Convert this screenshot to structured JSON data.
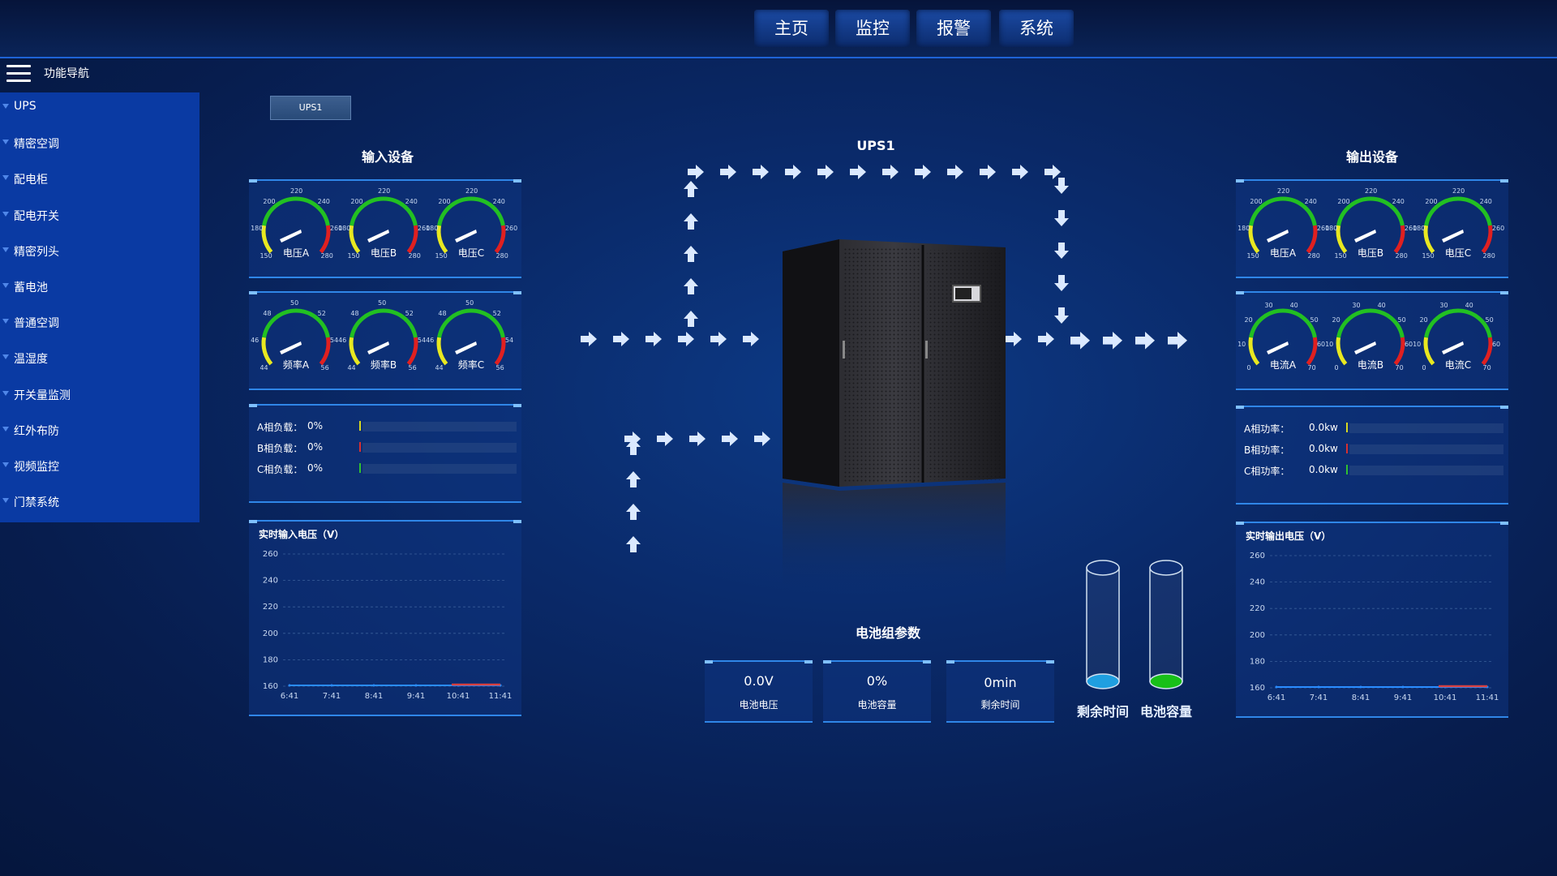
{
  "topnav": [
    "主页",
    "监控",
    "报警",
    "系统"
  ],
  "nav_title": "功能导航",
  "sidebar": [
    "UPS",
    "精密空调",
    "配电柜",
    "配电开关",
    "精密列头",
    "蓄电池",
    "普通空调",
    "温湿度",
    "开关量监测",
    "红外布防",
    "视频监控",
    "门禁系统"
  ],
  "device_button": "UPS1",
  "ups_title": "UPS1",
  "input_section": {
    "title": "输入设备",
    "voltage_gauges": [
      {
        "label": "电压A",
        "ticks": [
          "150",
          "180",
          "200",
          "220",
          "240",
          "260",
          "280"
        ]
      },
      {
        "label": "电压B",
        "ticks": [
          "150",
          "180",
          "200",
          "220",
          "240",
          "260",
          "280"
        ]
      },
      {
        "label": "电压C",
        "ticks": [
          "150",
          "180",
          "200",
          "220",
          "240",
          "260",
          "280"
        ]
      }
    ],
    "freq_gauges": [
      {
        "label": "频率A",
        "ticks": [
          "44",
          "46",
          "48",
          "50",
          "52",
          "54",
          "56"
        ]
      },
      {
        "label": "频率B",
        "ticks": [
          "44",
          "46",
          "48",
          "50",
          "52",
          "54",
          "56"
        ]
      },
      {
        "label": "频率C",
        "ticks": [
          "44",
          "46",
          "48",
          "50",
          "52",
          "54",
          "56"
        ]
      }
    ],
    "loads": [
      {
        "label": "A相负载：",
        "value": "0%",
        "color": "#d8d820"
      },
      {
        "label": "B相负载：",
        "value": "0%",
        "color": "#d83030"
      },
      {
        "label": "C相负载：",
        "value": "0%",
        "color": "#30c030"
      }
    ],
    "chart_title": "实时输入电压（V）"
  },
  "output_section": {
    "title": "输出设备",
    "voltage_gauges": [
      {
        "label": "电压A",
        "ticks": [
          "150",
          "180",
          "200",
          "220",
          "240",
          "260",
          "280"
        ]
      },
      {
        "label": "电压B",
        "ticks": [
          "150",
          "180",
          "200",
          "220",
          "240",
          "260",
          "280"
        ]
      },
      {
        "label": "电压C",
        "ticks": [
          "150",
          "180",
          "200",
          "220",
          "240",
          "260",
          "280"
        ]
      }
    ],
    "current_gauges": [
      {
        "label": "电流A",
        "ticks": [
          "0",
          "10",
          "20",
          "30",
          "40",
          "50",
          "60",
          "70"
        ]
      },
      {
        "label": "电流B",
        "ticks": [
          "0",
          "10",
          "20",
          "30",
          "40",
          "50",
          "60",
          "70"
        ]
      },
      {
        "label": "电流C",
        "ticks": [
          "0",
          "10",
          "20",
          "30",
          "40",
          "50",
          "60",
          "70"
        ]
      }
    ],
    "powers": [
      {
        "label": "A相功率：",
        "value": "0.0kw",
        "color": "#d8d820"
      },
      {
        "label": "B相功率：",
        "value": "0.0kw",
        "color": "#d83030"
      },
      {
        "label": "C相功率：",
        "value": "0.0kw",
        "color": "#30c030"
      }
    ],
    "chart_title": "实时输出电压（V）"
  },
  "battery": {
    "title": "电池组参数",
    "voltage": {
      "value": "0.0V",
      "label": "电池电压"
    },
    "capacity": {
      "value": "0%",
      "label": "电池容量"
    },
    "remaining": {
      "value": "0min",
      "label": "剩余时间"
    },
    "tube_remaining_label": "剩余时间",
    "tube_capacity_label": "电池容量",
    "tube_remaining_color": "#1f9fe0",
    "tube_capacity_color": "#18c018"
  },
  "chart_data": [
    {
      "type": "line",
      "title": "实时输入电压（V）",
      "x": [
        "6:41",
        "7:41",
        "8:41",
        "9:41",
        "10:41",
        "11:41"
      ],
      "ylim": [
        160,
        260
      ],
      "yticks": [
        "260",
        "240",
        "220",
        "200",
        "180",
        "160"
      ],
      "series": [
        {
          "values": [
            160,
            160,
            160,
            160,
            160,
            160
          ]
        }
      ]
    },
    {
      "type": "line",
      "title": "实时输出电压（V）",
      "x": [
        "6:41",
        "7:41",
        "8:41",
        "9:41",
        "10:41",
        "11:41"
      ],
      "ylim": [
        160,
        260
      ],
      "yticks": [
        "260",
        "240",
        "220",
        "200",
        "180",
        "160"
      ],
      "series": [
        {
          "values": [
            160,
            160,
            160,
            160,
            160,
            160
          ]
        }
      ]
    }
  ]
}
